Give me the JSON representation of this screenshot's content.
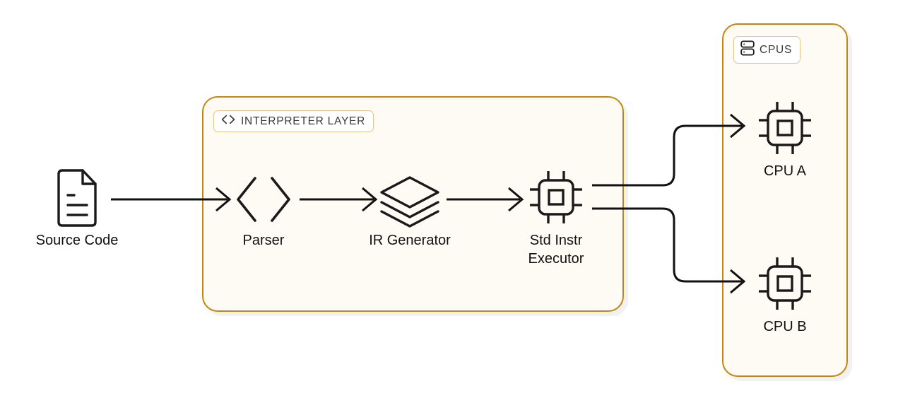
{
  "diagram": {
    "title": "Interpreter Layer to CPUs execution flow",
    "colors": {
      "group_border": "#C1870F",
      "group_fill": "#FDFBF4",
      "badge_border": "#E3C389",
      "badge_fill": "#FFFFFF",
      "stroke": "#111111",
      "text": "#111111",
      "badge_text": "#3A3A3A",
      "page_background": "#FFFFFF"
    }
  },
  "groups": {
    "interpreter": {
      "badge_label": "INTERPRETER LAYER",
      "badge_icon": "code-brackets-icon"
    },
    "cpus": {
      "badge_label": "CPUS",
      "badge_icon": "server-stack-icon"
    }
  },
  "nodes": {
    "source_code": {
      "label": "Source Code",
      "icon": "file-document-icon"
    },
    "parser": {
      "label": "Parser",
      "icon": "code-brackets-icon"
    },
    "ir_generator": {
      "label": "IR Generator",
      "icon": "layers-stack-icon"
    },
    "executor": {
      "label": "Std Instr\nExecutor",
      "icon": "cpu-chip-icon"
    },
    "cpu_a": {
      "label": "CPU A",
      "icon": "cpu-chip-icon"
    },
    "cpu_b": {
      "label": "CPU B",
      "icon": "cpu-chip-icon"
    }
  },
  "connections": [
    {
      "name": "source-code-to-parser",
      "from": "source_code",
      "to": "parser"
    },
    {
      "name": "parser-to-ir-generator",
      "from": "parser",
      "to": "ir_generator"
    },
    {
      "name": "ir-generator-to-executor",
      "from": "ir_generator",
      "to": "executor"
    },
    {
      "name": "executor-to-cpu-a",
      "from": "executor",
      "to": "cpu_a"
    },
    {
      "name": "executor-to-cpu-b",
      "from": "executor",
      "to": "cpu_b"
    }
  ]
}
